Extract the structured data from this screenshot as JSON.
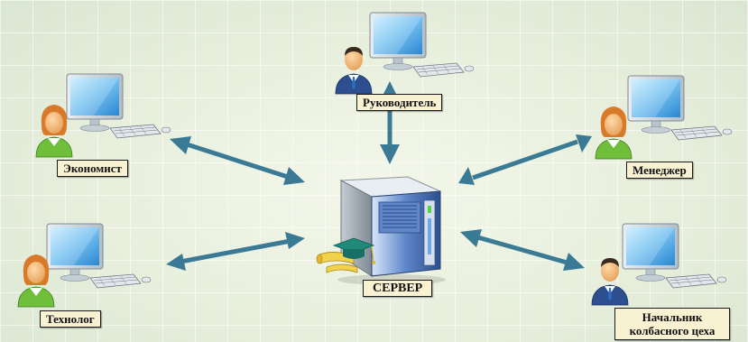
{
  "nodes": {
    "manager_head": {
      "label": "Руководитель"
    },
    "economist": {
      "label": "Экономист"
    },
    "sales_manager": {
      "label": "Менеджер"
    },
    "technologist": {
      "label": "Технолог"
    },
    "sausage_shop_head": {
      "label_line1": "Начальник",
      "label_line2": "колбасного цеха"
    },
    "server": {
      "label": "СЕРВЕР"
    }
  },
  "colors": {
    "arrow": "#3a7a94",
    "screen": "#7dc3ee",
    "server_front": "#4a6fb0"
  }
}
